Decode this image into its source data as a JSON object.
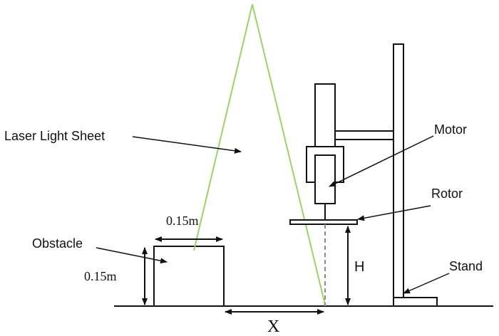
{
  "labels": {
    "laser_light_sheet": "Laser Light Sheet",
    "motor": "Motor",
    "rotor": "Rotor",
    "obstacle": "Obstacle",
    "stand": "Stand",
    "height": "H",
    "distance": "X",
    "obstacle_width": "0.15m",
    "obstacle_height": "0.15m"
  },
  "colors": {
    "line": "#111111",
    "laser": "#9bd36a",
    "centerline": "#8a8a8a",
    "background": "#ffffff"
  }
}
